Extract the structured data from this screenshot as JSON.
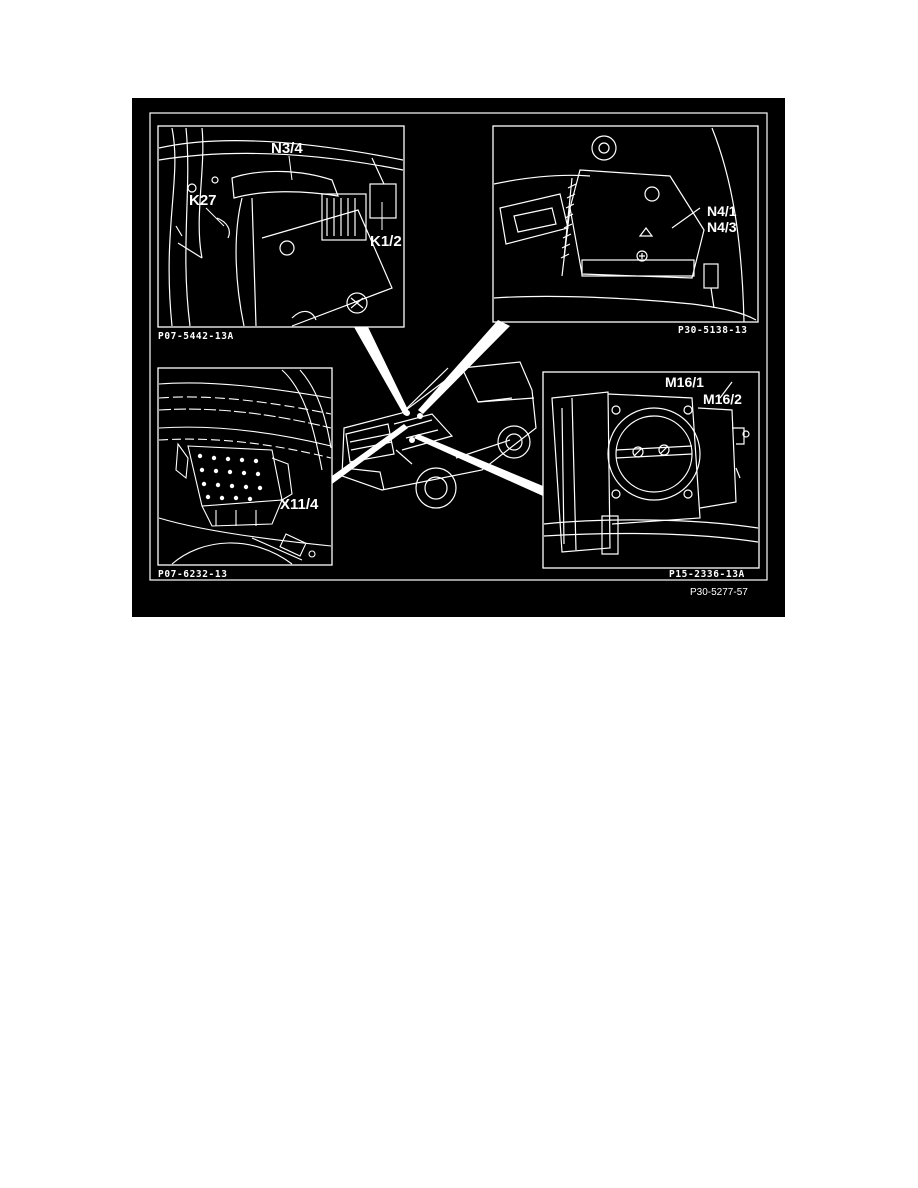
{
  "figure": {
    "reference": "P30-5277-57",
    "panels": {
      "top_left": {
        "code": "P07-5442-13A",
        "labels": {
          "a": "N3/4",
          "b": "K27",
          "c": "K1/2"
        }
      },
      "top_right": {
        "code": "P30-5138-13",
        "labels": {
          "a": "N4/1",
          "b": "N4/3"
        }
      },
      "bottom_left": {
        "code": "P07-6232-13",
        "labels": {
          "a": "X11/4"
        }
      },
      "bottom_right": {
        "code": "P15-2336-13A",
        "labels": {
          "a": "M16/1",
          "b": "M16/2"
        }
      }
    }
  }
}
